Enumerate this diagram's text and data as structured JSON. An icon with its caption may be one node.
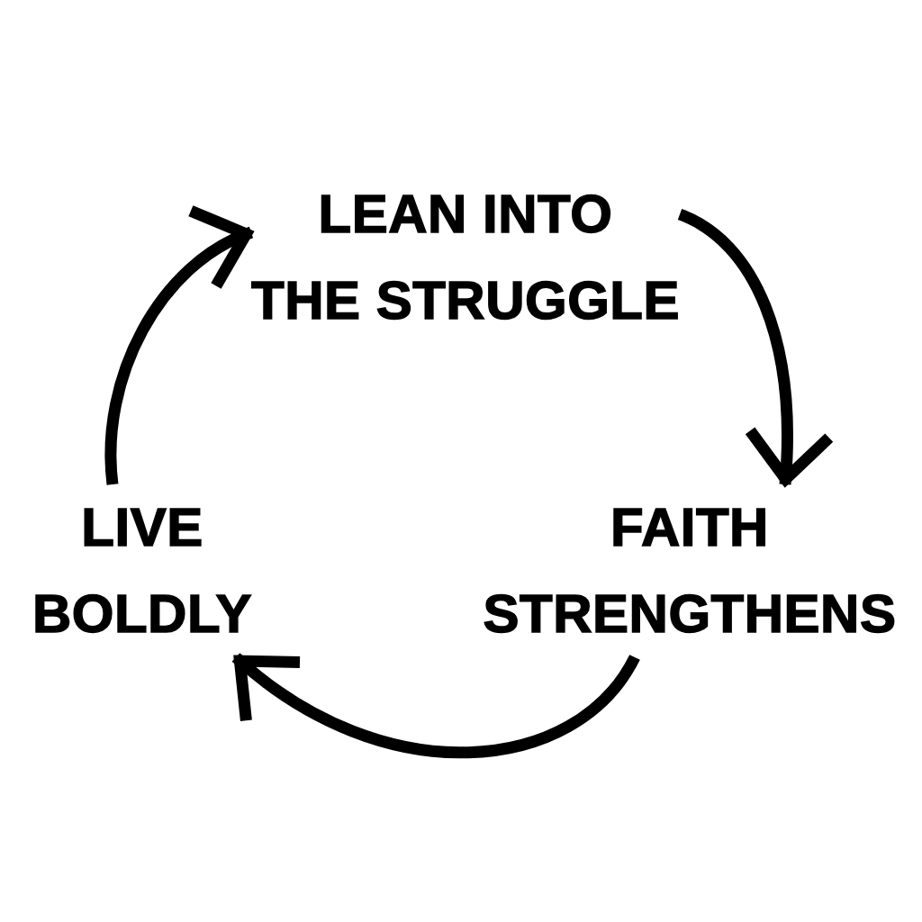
{
  "diagram": {
    "nodes": [
      {
        "text": [
          "LEAN INTO THE STRUGGLE"
        ]
      },
      {
        "text": [
          "FAITH STRENGTHENS"
        ]
      },
      {
        "text": [
          "LIVE BOLDLY"
        ]
      }
    ],
    "edges": [
      {
        "from": 0,
        "to": 1,
        "arrow": "to"
      },
      {
        "from": 1,
        "to": 2,
        "arrow": "to"
      },
      {
        "from": 2,
        "to": 0,
        "arrow": "to"
      }
    ]
  }
}
